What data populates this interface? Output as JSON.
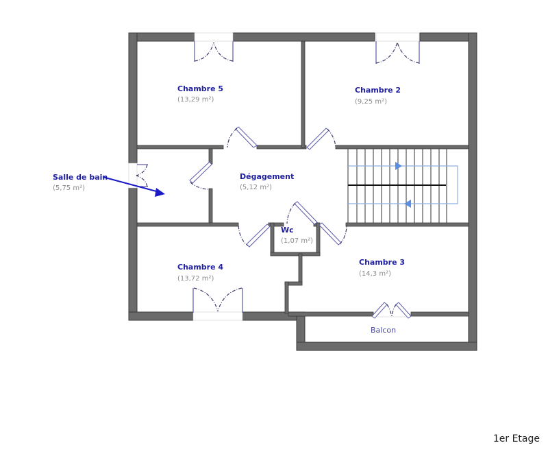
{
  "plan": {
    "floor_label": "1er Etage",
    "rooms": [
      {
        "id": "chambre5",
        "name": "Chambre 5",
        "area": "(13,29 m²)"
      },
      {
        "id": "chambre2",
        "name": "Chambre 2",
        "area": "(9,25 m²)"
      },
      {
        "id": "salle_de_bain",
        "name": "Salle de bain",
        "area": "(5,75 m²)"
      },
      {
        "id": "degagement",
        "name": "Dégagement",
        "area": "(5,12 m²)"
      },
      {
        "id": "wc",
        "name": "Wc",
        "area": "(1,07 m²)"
      },
      {
        "id": "chambre4",
        "name": "Chambre 4",
        "area": "(13,72 m²)"
      },
      {
        "id": "chambre3",
        "name": "Chambre 3",
        "area": "(14,3 m²)"
      },
      {
        "id": "balcon",
        "name": "Balcon",
        "area": ""
      }
    ],
    "colors": {
      "wall": "#6b6b6b",
      "room_name": "#1f1fa0",
      "room_area": "#8a8a8a",
      "stair_arrow": "#5b8fe0",
      "pointer_arrow": "#1a1ac8"
    }
  }
}
